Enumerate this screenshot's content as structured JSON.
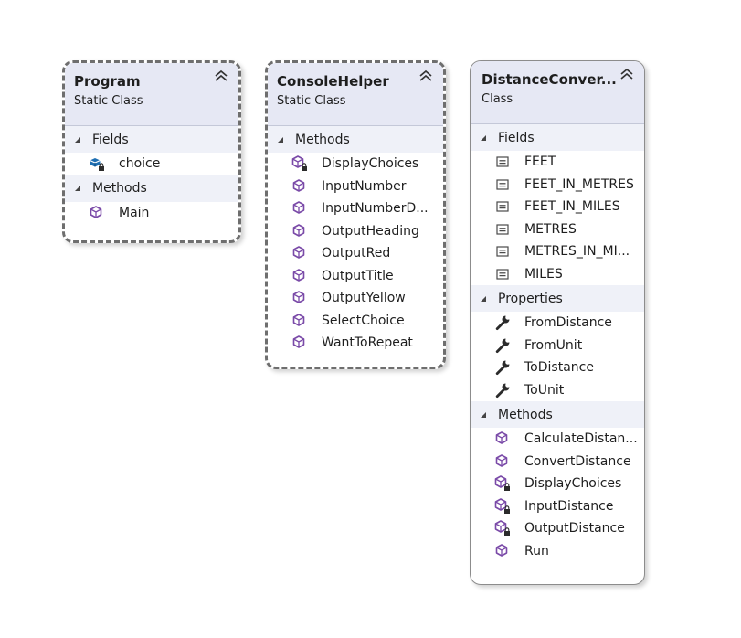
{
  "classes": [
    {
      "title": "Program",
      "stereotype": "Static Class",
      "sections": [
        {
          "label": "Fields",
          "members": [
            {
              "name": "choice",
              "icon": "field-private-icon"
            }
          ]
        },
        {
          "label": "Methods",
          "members": [
            {
              "name": "Main",
              "icon": "method-icon"
            }
          ]
        }
      ]
    },
    {
      "title": "ConsoleHelper",
      "stereotype": "Static Class",
      "sections": [
        {
          "label": "Methods",
          "members": [
            {
              "name": "DisplayChoices",
              "icon": "method-private-icon"
            },
            {
              "name": "InputNumber",
              "icon": "method-icon"
            },
            {
              "name": "InputNumberD...",
              "icon": "method-icon"
            },
            {
              "name": "OutputHeading",
              "icon": "method-icon"
            },
            {
              "name": "OutputRed",
              "icon": "method-icon"
            },
            {
              "name": "OutputTitle",
              "icon": "method-icon"
            },
            {
              "name": "OutputYellow",
              "icon": "method-icon"
            },
            {
              "name": "SelectChoice",
              "icon": "method-icon"
            },
            {
              "name": "WantToRepeat",
              "icon": "method-icon"
            }
          ]
        }
      ]
    },
    {
      "title": "DistanceConver...",
      "stereotype": "Class",
      "sections": [
        {
          "label": "Fields",
          "members": [
            {
              "name": "FEET",
              "icon": "constant-icon"
            },
            {
              "name": "FEET_IN_METRES",
              "icon": "constant-icon"
            },
            {
              "name": "FEET_IN_MILES",
              "icon": "constant-icon"
            },
            {
              "name": "METRES",
              "icon": "constant-icon"
            },
            {
              "name": "METRES_IN_MI...",
              "icon": "constant-icon"
            },
            {
              "name": "MILES",
              "icon": "constant-icon"
            }
          ]
        },
        {
          "label": "Properties",
          "members": [
            {
              "name": "FromDistance",
              "icon": "property-wrench-icon"
            },
            {
              "name": "FromUnit",
              "icon": "property-wrench-icon"
            },
            {
              "name": "ToDistance",
              "icon": "property-wrench-icon"
            },
            {
              "name": "ToUnit",
              "icon": "property-wrench-icon"
            }
          ]
        },
        {
          "label": "Methods",
          "members": [
            {
              "name": "CalculateDistan...",
              "icon": "method-icon"
            },
            {
              "name": "ConvertDistance",
              "icon": "method-icon"
            },
            {
              "name": "DisplayChoices",
              "icon": "method-private-icon"
            },
            {
              "name": "InputDistance",
              "icon": "method-private-icon"
            },
            {
              "name": "OutputDistance",
              "icon": "method-private-icon"
            },
            {
              "name": "Run",
              "icon": "method-icon"
            }
          ]
        }
      ]
    }
  ]
}
